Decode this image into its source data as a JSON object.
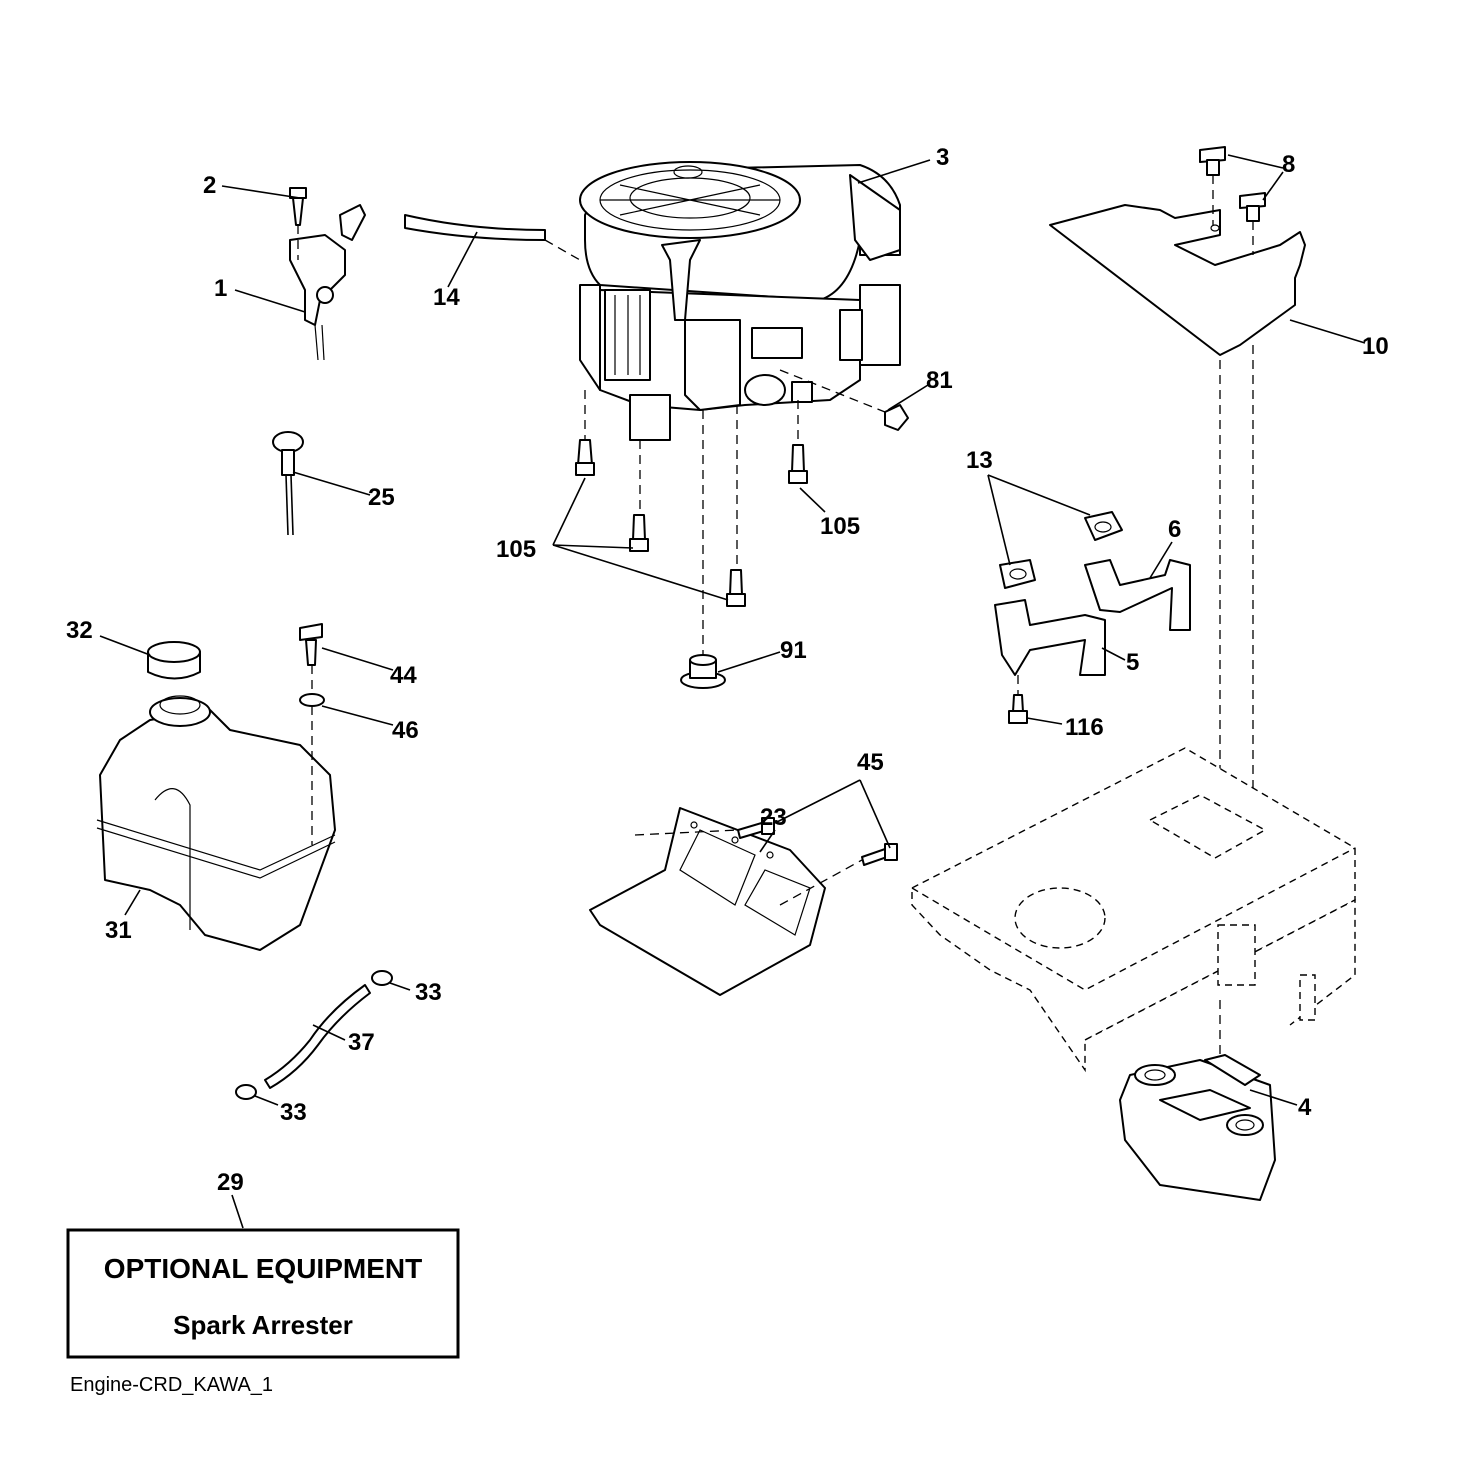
{
  "callouts": {
    "c1": "1",
    "c2": "2",
    "c3": "3",
    "c4": "4",
    "c5": "5",
    "c6": "6",
    "c8": "8",
    "c10": "10",
    "c13": "13",
    "c14": "14",
    "c23": "23",
    "c25": "25",
    "c29": "29",
    "c31": "31",
    "c32": "32",
    "c33a": "33",
    "c33b": "33",
    "c37": "37",
    "c44": "44",
    "c45": "45",
    "c46": "46",
    "c81": "81",
    "c91": "91",
    "c105a": "105",
    "c105b": "105",
    "c116": "116"
  },
  "optional_box": {
    "title": "OPTIONAL EQUIPMENT",
    "subtitle": "Spark Arrester"
  },
  "caption": "Engine-CRD_KAWA_1"
}
